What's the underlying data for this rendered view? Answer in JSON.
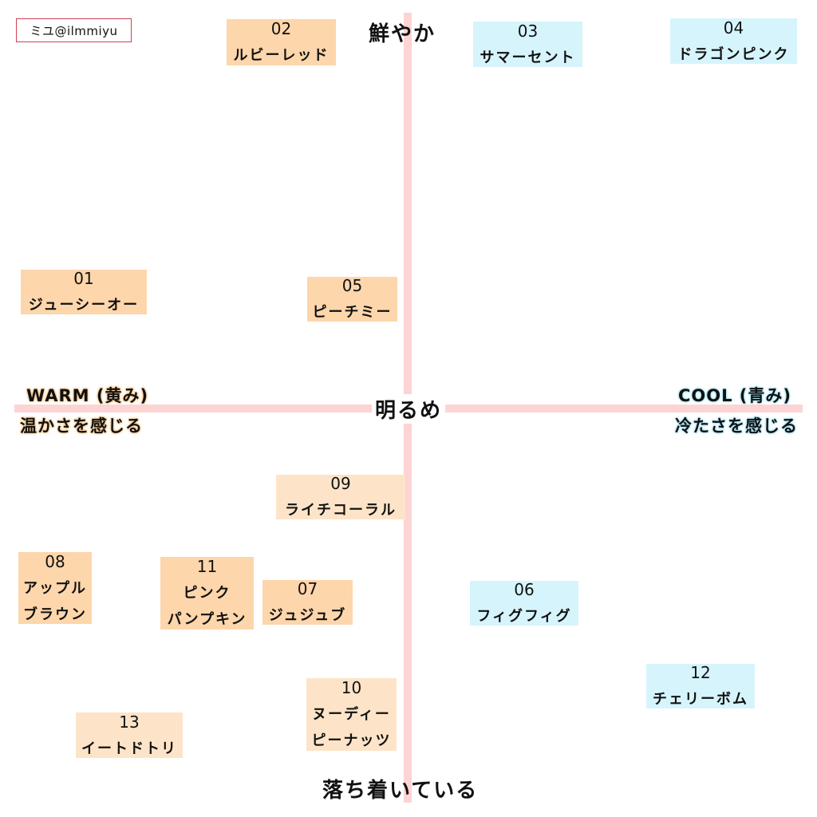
{
  "credit": "ミユ@ilmmiyu",
  "axes": {
    "top": "鮮やか",
    "center": "明るめ",
    "bottom": "落ち着いている",
    "left_title": "WARM (黄み)",
    "left_sub": "温かさを感じる",
    "right_title": "COOL (青み)",
    "right_sub": "冷たさを感じる"
  },
  "colors": {
    "warm": "#fdd6ab",
    "warm_light": "#fde4c8",
    "cool": "#d6f4fc",
    "axis": "#fcd4d4"
  },
  "items": [
    {
      "num": "01",
      "lines": [
        "ジューシーオー"
      ]
    },
    {
      "num": "02",
      "lines": [
        "ルビーレッド"
      ]
    },
    {
      "num": "03",
      "lines": [
        "サマーセント"
      ]
    },
    {
      "num": "04",
      "lines": [
        "ドラゴンピンク"
      ]
    },
    {
      "num": "05",
      "lines": [
        "ピーチミー"
      ]
    },
    {
      "num": "06",
      "lines": [
        "フィグフィグ"
      ]
    },
    {
      "num": "07",
      "lines": [
        "ジュジュブ"
      ]
    },
    {
      "num": "08",
      "lines": [
        "アップル",
        "ブラウン"
      ]
    },
    {
      "num": "09",
      "lines": [
        "ライチコーラル"
      ]
    },
    {
      "num": "10",
      "lines": [
        "ヌーディー",
        "ピーナッツ"
      ]
    },
    {
      "num": "11",
      "lines": [
        "ピンク",
        "パンプキン"
      ]
    },
    {
      "num": "12",
      "lines": [
        "チェリーボム"
      ]
    },
    {
      "num": "13",
      "lines": [
        "イートドトリ"
      ]
    }
  ]
}
